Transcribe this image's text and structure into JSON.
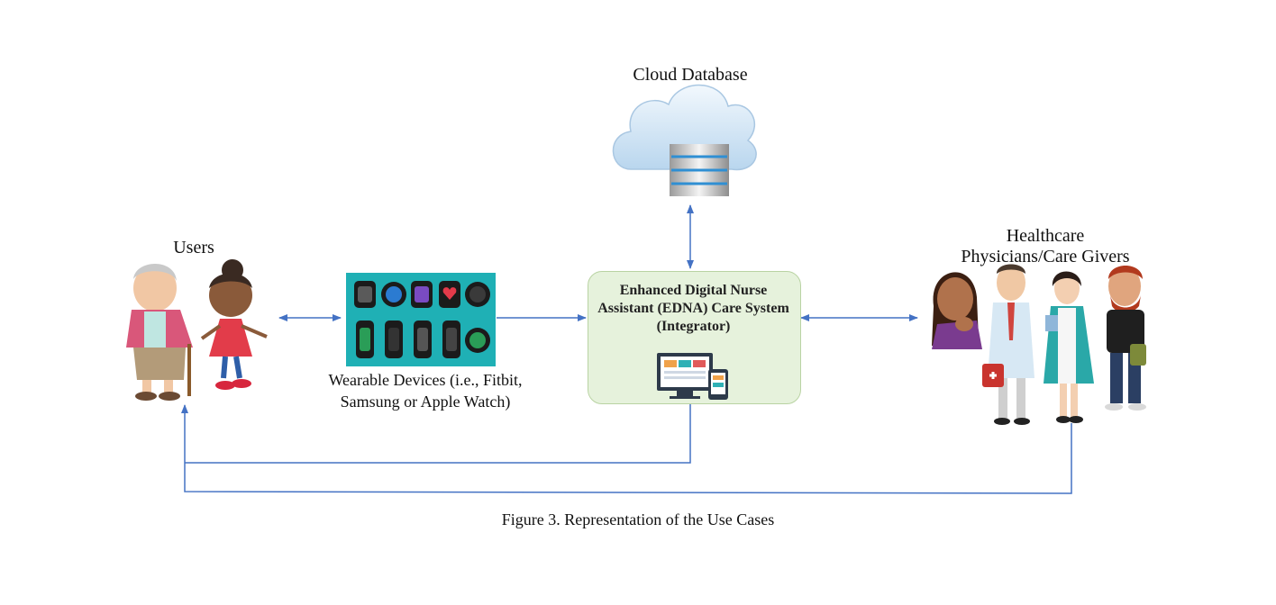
{
  "cloud": {
    "title": "Cloud Database",
    "icon": "cloud-database-icon"
  },
  "users": {
    "title": "Users",
    "icons": [
      "grandmother-icon",
      "girl-icon"
    ]
  },
  "wearables": {
    "label": "Wearable Devices (i.e., Fitbit, Samsung or Apple Watch)",
    "icon": "smartwatch-grid-icon"
  },
  "edna": {
    "title": "Enhanced Digital Nurse Assistant (EDNA) Care System (Integrator)",
    "icon": "devices-icon"
  },
  "healthcare": {
    "title_line1": "Healthcare",
    "title_line2": "Physicians/Care Givers",
    "icons": [
      "caregiver-woman-icon",
      "doctor-icon",
      "nurse-icon",
      "caregiver-man-icon"
    ]
  },
  "caption": "Figure 3. Representation of the Use Cases",
  "colors": {
    "arrow": "#4472c4",
    "edna_fill": "#e6f2dc",
    "watch_panel": "#1fb0b5"
  }
}
